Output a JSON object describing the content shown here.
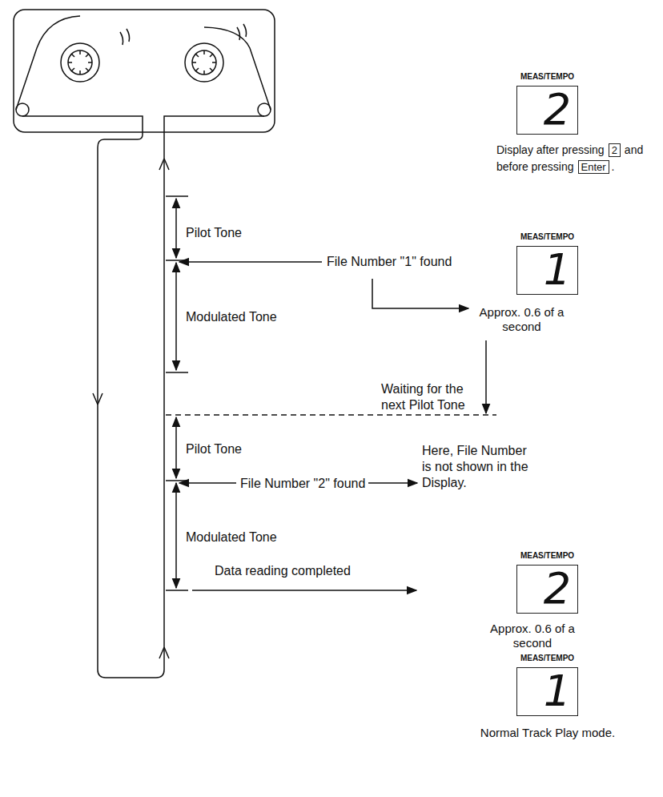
{
  "diagram": {
    "nodes": [
      {
        "text": [
          "MEAS/TEMPO",
          "2"
        ]
      },
      {
        "text": [
          "2"
        ]
      },
      {
        "text": [
          "Enter"
        ]
      },
      {
        "text": [
          "MEAS/TEMPO",
          "1",
          "Approx. 0.6 of a second"
        ]
      },
      {
        "text": [
          "MEAS/TEMPO",
          "2",
          "Approx. 0.6 of a second"
        ]
      },
      {
        "text": [
          "MEAS/TEMPO",
          "1",
          "Normal Track Play mode."
        ]
      }
    ],
    "labels": [
      "Display after pressing",
      "and",
      "before pressing",
      ".",
      "Pilot Tone",
      "File Number \"1\" found",
      "Modulated Tone",
      "Waiting for the next Pilot Tone",
      "Pilot Tone",
      "File Number \"2\" found",
      "Here, File Number is not shown in the Display.",
      "Modulated Tone",
      "Data reading completed"
    ]
  }
}
